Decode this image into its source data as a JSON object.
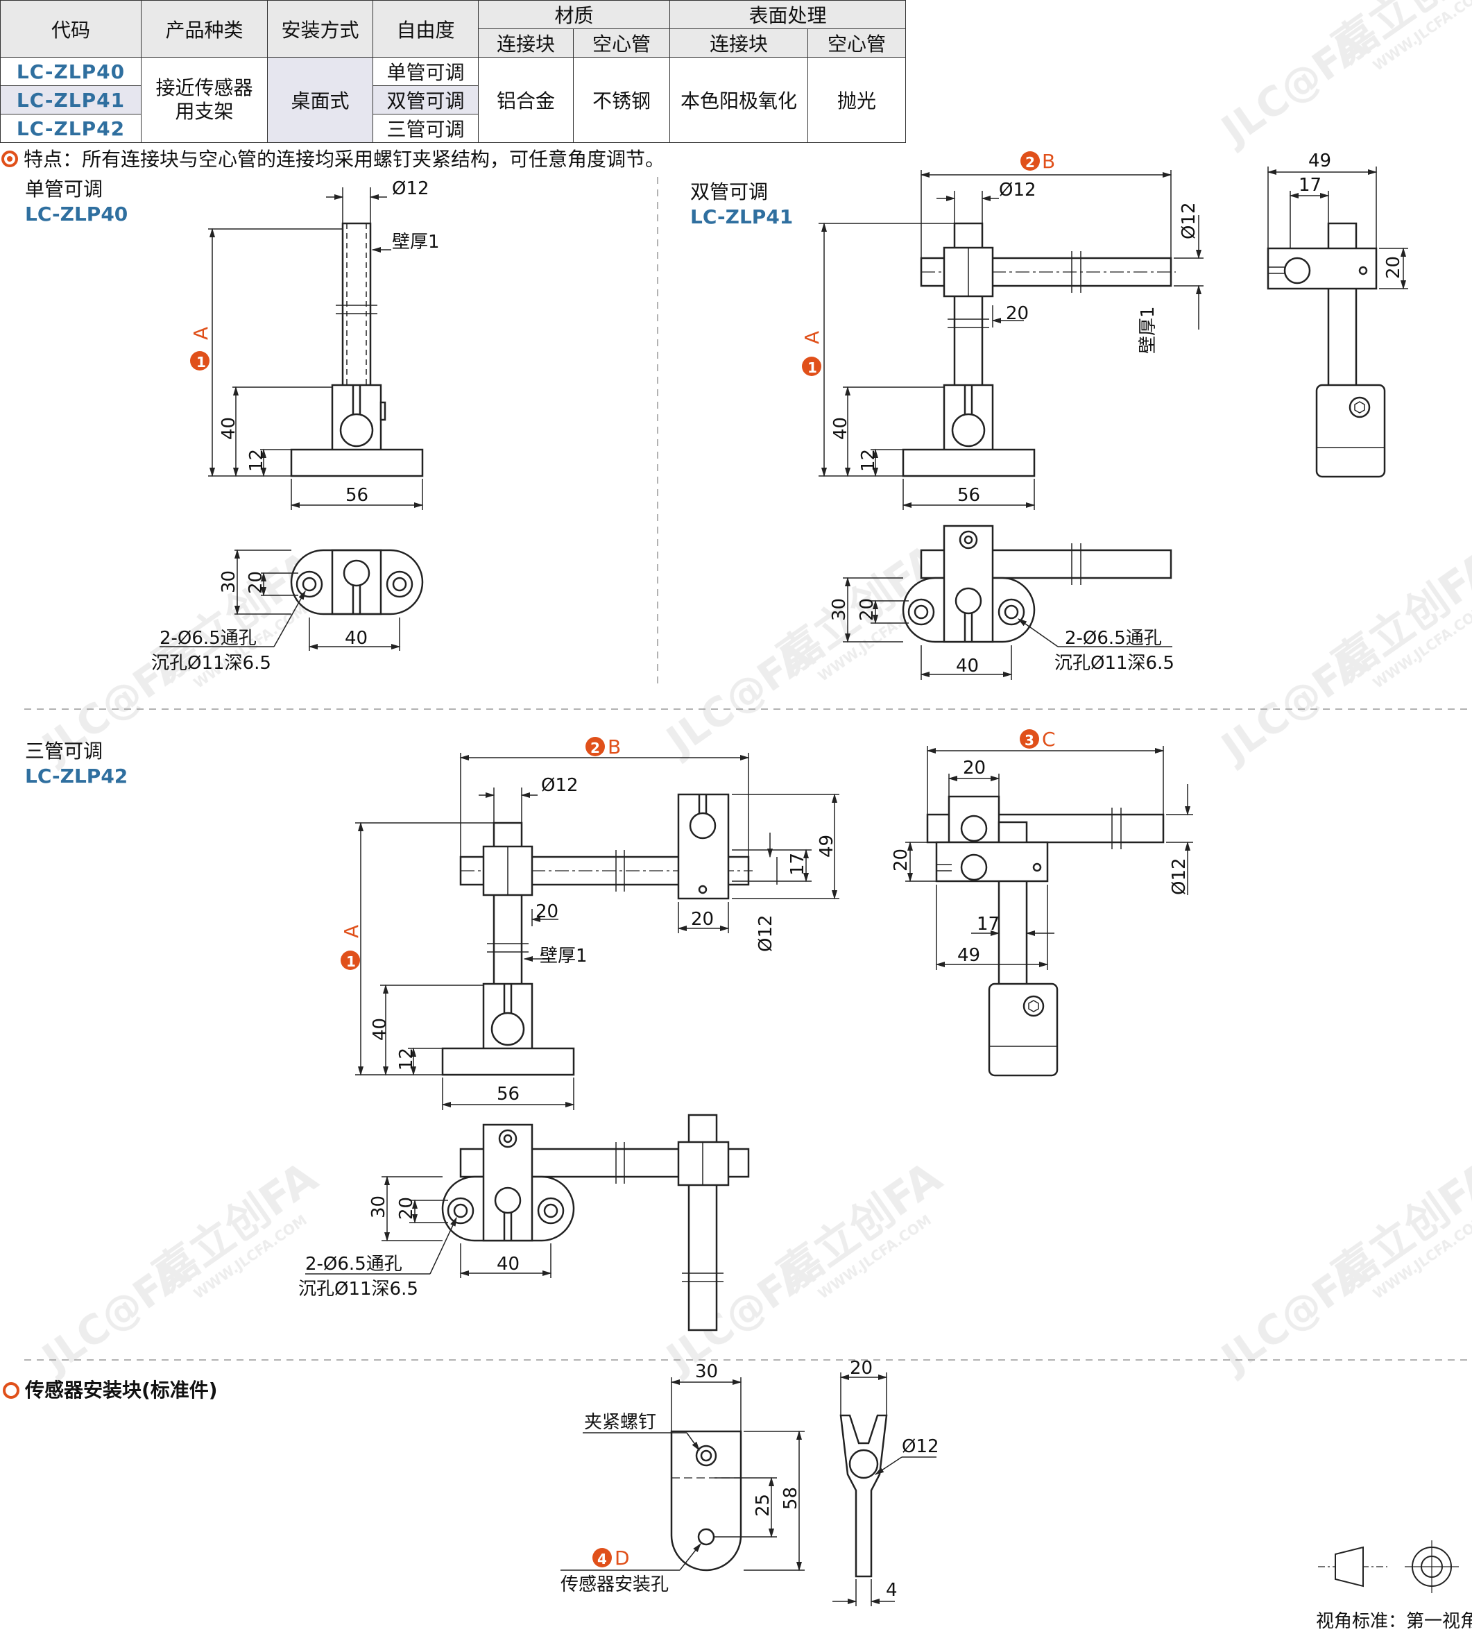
{
  "table": {
    "headers": {
      "code": "代码",
      "product_type": "产品种类",
      "install": "安装方式",
      "freedom": "自由度",
      "material": "材质",
      "surface": "表面处理",
      "material_block": "连接块",
      "material_tube": "空心管",
      "surface_block": "连接块",
      "surface_tube": "空心管"
    },
    "codes": [
      "LC-ZLP40",
      "LC-ZLP41",
      "LC-ZLP42"
    ],
    "product_type": "接近传感器\n用支架",
    "install": "桌面式",
    "freedom": [
      "单管可调",
      "双管可调",
      "三管可调"
    ],
    "material_block": "铝合金",
    "material_tube": "不锈钢",
    "surface_block": "本色阳极氧化",
    "surface_tube": "抛光"
  },
  "feature_note": "特点：所有连接块与空心管的连接均采用螺钉夹紧结构，可任意角度调节。",
  "views": {
    "single": {
      "title": "单管可调",
      "code": "LC-ZLP40"
    },
    "double": {
      "title": "双管可调",
      "code": "LC-ZLP41"
    },
    "triple": {
      "title": "三管可调",
      "code": "LC-ZLP42"
    }
  },
  "sensor_block_title": "传感器安装块(标准件)",
  "dims": {
    "d12": "Ø12",
    "wall": "壁厚1",
    "d40": "40",
    "d12b": "12",
    "d56": "56",
    "d30": "30",
    "d20": "20",
    "d49": "49",
    "d17": "17",
    "d25": "25",
    "d58": "58",
    "d4": "4",
    "hole_note_1": "2-Ø6.5通孔",
    "hole_note_2": "沉孔Ø11深6.5",
    "markA": "A",
    "markB": "B",
    "markC": "C",
    "markD": "D",
    "num1": "1",
    "num2": "2",
    "num3": "3",
    "num4": "4",
    "clamp_screw": "夹紧螺钉",
    "sensor_hole": "传感器安装孔"
  },
  "watermark": {
    "brand": "JLC@FA",
    "cn": "嘉立创FA",
    "url": "WWW.JLCFA.COM"
  },
  "projection_note": "视角标准：第一视角",
  "colors": {
    "accent": "#e0501a",
    "code": "#2f6f9f",
    "line": "#222222"
  }
}
